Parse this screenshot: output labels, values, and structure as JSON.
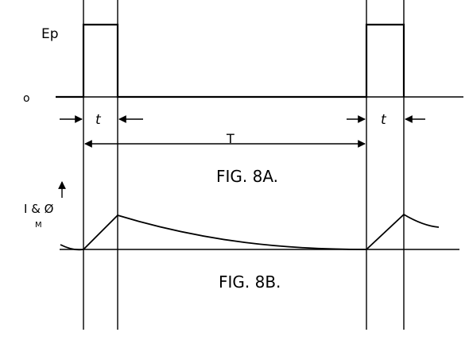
{
  "fig8a": {
    "caption": "FIG. 8A.",
    "level_label": "Ep",
    "zero_label": "o",
    "pulse_width_label": "t",
    "period_label": "T"
  },
  "fig8b": {
    "caption": "FIG. 8B.",
    "ylabel_line1": "I & Ø",
    "ylabel_line2": "M"
  },
  "colors": {
    "ink": "#000000",
    "paper": "#ffffff"
  }
}
